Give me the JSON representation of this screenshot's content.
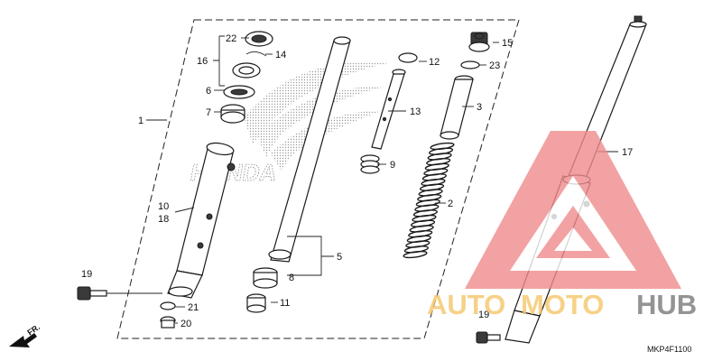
{
  "diagram": {
    "code": "MKP4F1100",
    "direction_label": "FR.",
    "brand_watermark": "HONDA",
    "callouts": {
      "c1": "1",
      "c2": "2",
      "c3": "3",
      "c5": "5",
      "c6": "6",
      "c7": "7",
      "c8": "8",
      "c9": "9",
      "c10": "10",
      "c11": "11",
      "c12": "12",
      "c13": "13",
      "c14": "14",
      "c15": "15",
      "c16": "16",
      "c17": "17",
      "c18": "18",
      "c19a": "19",
      "c19b": "19",
      "c20": "20",
      "c21": "21",
      "c22": "22",
      "c23": "23"
    }
  },
  "watermark": {
    "text_auto": "AUTO",
    "text_moto": "MOTO",
    "text_hub": "HUB",
    "colors": {
      "triangle": "#f08c8c",
      "auto": "#f5c66a",
      "moto": "#f5c66a",
      "hub": "#7a7a7a"
    }
  }
}
